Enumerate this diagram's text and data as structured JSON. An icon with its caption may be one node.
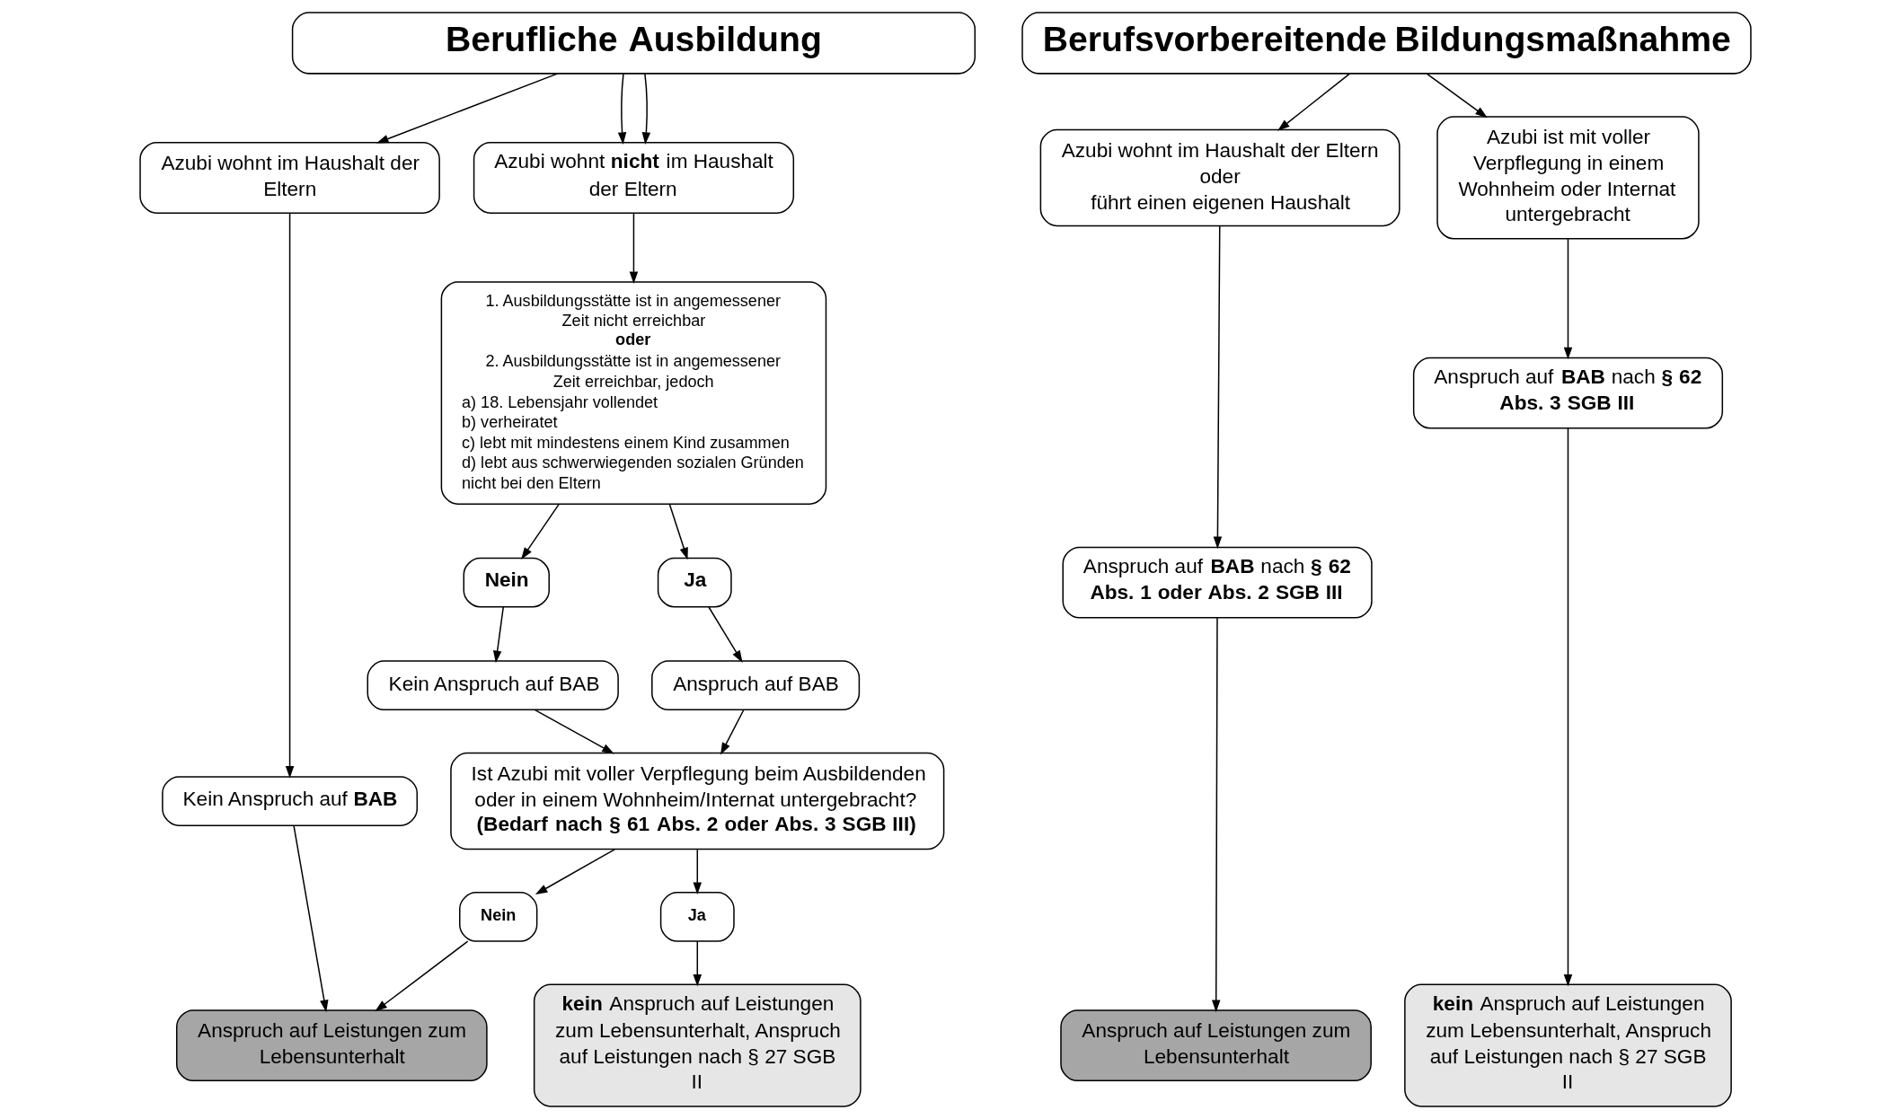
{
  "diagram": {
    "nodes": [
      {
        "text": [
          "Berufliche Ausbildung"
        ]
      },
      {
        "text": [
          "Berufsvorbereitende Bildungsmaßnahme"
        ]
      },
      {
        "text": [
          "Azubi wohnt im Haushalt der Eltern"
        ]
      },
      {
        "text": [
          "Azubi wohnt **nicht** im Haushalt der Eltern"
        ]
      },
      {
        "text": [
          "Kein Anspruch auf **BAB**"
        ]
      },
      {
        "text": [
          "1. Ausbildungsstätte ist in angemessener Zeit nicht erreichbar",
          "oder",
          "2. Ausbildungsstätte ist in angemessener Zeit erreichbar, jedoch",
          "a) 18. Lebensjahr vollendet",
          "b) verheiratet",
          "c) lebt mit mindestens einem Kind zusammen",
          "d) lebt aus schwerwiegenden sozialen Gründen nicht bei den Eltern"
        ]
      },
      {
        "text": [
          "Nein"
        ]
      },
      {
        "text": [
          "Ja"
        ]
      },
      {
        "text": [
          "Kein Anspruch auf BAB"
        ]
      },
      {
        "text": [
          "Anspruch auf BAB"
        ]
      },
      {
        "text": [
          "Ist Azubi mit voller Verpflegung beim Ausbildenden oder in einem Wohnheim/Internat untergebracht?",
          "(Bedarf nach § 61 Abs. 2 oder Abs. 3 SGB III)"
        ]
      },
      {
        "text": [
          "Nein"
        ]
      },
      {
        "text": [
          "Ja"
        ]
      },
      {
        "text": [
          "Anspruch auf Leistungen zum Lebensunterhalt"
        ]
      },
      {
        "text": [
          "**kein** Anspruch auf Leistungen zum Lebensunterhalt, Anspruch auf Leistungen nach § 27 SGB II"
        ]
      },
      {
        "text": [
          "Azubi wohnt im Haushalt der Eltern",
          "oder",
          "führt einen eigenen Haushalt"
        ]
      },
      {
        "text": [
          "Azubi ist mit voller Verpflegung in einem Wohnheim oder Internat untergebracht"
        ]
      },
      {
        "text": [
          "Anspruch auf **BAB** nach **§ 62 Abs. 1 oder Abs. 2 SGB III**"
        ]
      },
      {
        "text": [
          "Anspruch auf **BAB** nach **§ 62 Abs. 3 SGB III**"
        ]
      },
      {
        "text": [
          "Anspruch auf Leistungen zum Lebensunterhalt"
        ]
      },
      {
        "text": [
          "**kein** Anspruch auf Leistungen zum Lebensunterhalt, Anspruch auf Leistungen nach § 27 SGB II"
        ]
      }
    ],
    "edges": [
      {
        "from": 0,
        "to": 2,
        "arrow": "to"
      },
      {
        "from": 0,
        "to": 3,
        "arrow": "to"
      },
      {
        "from": 0,
        "to": 3,
        "arrow": "to"
      },
      {
        "from": 2,
        "to": 4,
        "arrow": "to"
      },
      {
        "from": 3,
        "to": 5,
        "arrow": "to"
      },
      {
        "from": 5,
        "to": 6,
        "arrow": "to"
      },
      {
        "from": 5,
        "to": 7,
        "arrow": "to"
      },
      {
        "from": 6,
        "to": 8,
        "arrow": "to"
      },
      {
        "from": 7,
        "to": 9,
        "arrow": "to"
      },
      {
        "from": 8,
        "to": 10,
        "arrow": "to"
      },
      {
        "from": 9,
        "to": 10,
        "arrow": "to"
      },
      {
        "from": 10,
        "to": 11,
        "arrow": "to"
      },
      {
        "from": 10,
        "to": 12,
        "arrow": "to"
      },
      {
        "from": 4,
        "to": 13,
        "arrow": "to"
      },
      {
        "from": 11,
        "to": 13,
        "arrow": "to"
      },
      {
        "from": 12,
        "to": 14,
        "arrow": "to"
      },
      {
        "from": 1,
        "to": 15,
        "arrow": "to"
      },
      {
        "from": 1,
        "to": 16,
        "arrow": "to"
      },
      {
        "from": 15,
        "to": 17,
        "arrow": "to"
      },
      {
        "from": 16,
        "to": 18,
        "arrow": "to"
      },
      {
        "from": 17,
        "to": 19,
        "arrow": "to"
      },
      {
        "from": 18,
        "to": 20,
        "arrow": "to"
      }
    ]
  }
}
